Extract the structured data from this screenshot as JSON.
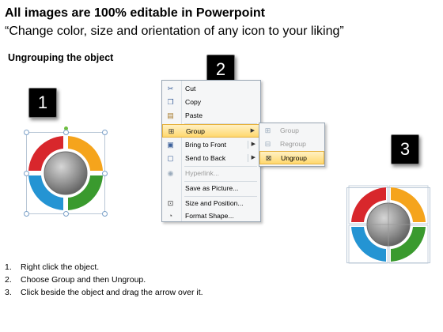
{
  "header": {
    "title": "All images are 100% editable in Powerpoint",
    "subtitle": "“Change color, size and orientation of any icon to your liking”"
  },
  "section_heading": "Ungrouping the object",
  "steps": {
    "one": "1",
    "two": "2",
    "three": "3"
  },
  "colors": {
    "red": "#d8272c",
    "orange": "#f5a41c",
    "blue": "#2494d3",
    "green": "#3a9a2e",
    "center_gray": "#8a8a8a",
    "menu_highlight": "#ffd86e"
  },
  "context_menu": {
    "items": [
      {
        "label": "Cut",
        "icon": "scissors-icon",
        "disabled": false
      },
      {
        "label": "Copy",
        "icon": "copy-icon",
        "disabled": false
      },
      {
        "label": "Paste",
        "icon": "paste-icon",
        "disabled": false
      },
      {
        "label": "Group",
        "icon": "group-icon",
        "disabled": false,
        "highlighted": true
      },
      {
        "label": "Bring to Front",
        "icon": "bring-to-front-icon",
        "disabled": false
      },
      {
        "label": "Send to Back",
        "icon": "send-to-back-icon",
        "disabled": false
      },
      {
        "label": "Hyperlink...",
        "icon": "hyperlink-icon",
        "disabled": true
      },
      {
        "label": "Save as Picture...",
        "icon": "",
        "disabled": false
      },
      {
        "label": "Size and Position...",
        "icon": "size-position-icon",
        "disabled": false
      },
      {
        "label": "Format Shape...",
        "icon": "format-shape-icon",
        "disabled": false
      }
    ]
  },
  "submenu": {
    "items": [
      {
        "label": "Group",
        "icon": "group-icon",
        "disabled": true
      },
      {
        "label": "Regroup",
        "icon": "regroup-icon",
        "disabled": true
      },
      {
        "label": "Ungroup",
        "icon": "ungroup-icon",
        "disabled": false,
        "highlighted": true
      }
    ]
  },
  "instructions": [
    {
      "num": "1.",
      "text": "Right click the object."
    },
    {
      "num": "2.",
      "text": "Choose Group and then Ungroup."
    },
    {
      "num": "3.",
      "text": "Click beside the object and drag the arrow over it."
    }
  ]
}
